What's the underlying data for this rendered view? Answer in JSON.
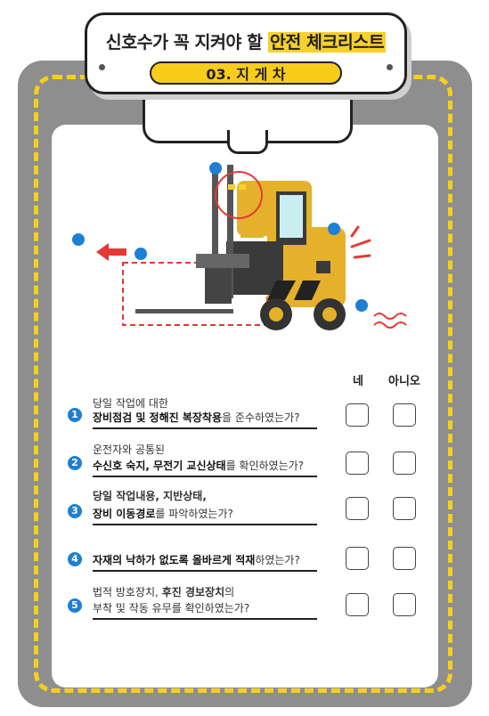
{
  "header": {
    "title_prefix": "신호수가 꼭 지켜야 할 ",
    "title_highlight": "안전 체크리스트",
    "subtitle": "03. 지 게 차"
  },
  "columns": {
    "yes": "네",
    "no": "아니오"
  },
  "items": [
    {
      "num": "1",
      "line1": "당일 작업에 대한",
      "line2_bold": "장비점검 및 정해진 복장착용",
      "line2_rest": "을 준수하였는가?"
    },
    {
      "num": "2",
      "line1": "운전자와 공통된",
      "line2_bold": "수신호 숙지, 무전기 교신상태",
      "line2_rest": "를 확인하였는가?"
    },
    {
      "num": "3",
      "line1": "당일 작업내용, 지반상태,",
      "line2_bold": "장비 이동경로",
      "line2_rest": "를 파악하였는가?"
    },
    {
      "num": "4",
      "line1": "",
      "line2_bold": "자재의 낙하가 없도록 올바르게 적재",
      "line2_rest": "하였는가?"
    },
    {
      "num": "5",
      "line1": "법적 방호장치, 후진 경보장치의",
      "line2_bold": "부착 및 작동 유무",
      "line2_rest": "를 확인하였는가?"
    }
  ],
  "colors": {
    "accent_yellow": "#f7cd1a",
    "number_blue": "#1f7fd4",
    "alert_red": "#e53935",
    "board_gray": "#8e8e8e"
  }
}
